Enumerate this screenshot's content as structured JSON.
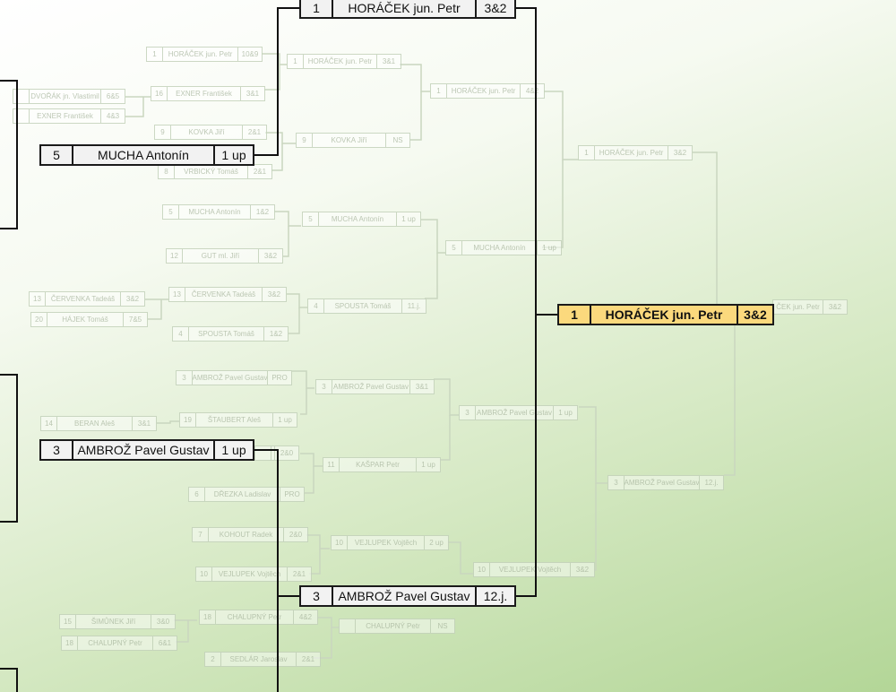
{
  "colors": {
    "line": "#111111",
    "ghost_line": "#c4d2bb",
    "box_bg": "#f2f2f2",
    "winner_bg": "#fbd97d"
  },
  "ghost_matches": [
    {
      "seed": "1",
      "name": "HORÁČEK jun. Petr",
      "result": "10&9"
    },
    {
      "seed": "1",
      "name": "HORÁČEK jun. Petr",
      "result": "3&1"
    },
    {
      "seed": "1",
      "name": "HORÁČEK jun. Petr",
      "result": "4&2"
    },
    {
      "seed": "1",
      "name": "HORÁČEK jun. Petr",
      "result": "3&2"
    },
    {
      "seed": "",
      "name": "DVOŘÁK jn. Vlastimil",
      "result": "6&5"
    },
    {
      "seed": "",
      "name": "EXNER František",
      "result": "4&3"
    },
    {
      "seed": "16",
      "name": "EXNER František",
      "result": "3&1"
    },
    {
      "seed": "9",
      "name": "KOVKA Jiří",
      "result": "2&1"
    },
    {
      "seed": "9",
      "name": "KOVKA Jiří",
      "result": "NS"
    },
    {
      "seed": "8",
      "name": "VRBICKÝ Tomáš",
      "result": "2&1"
    },
    {
      "seed": "5",
      "name": "MUCHA Antonín",
      "result": "1&2"
    },
    {
      "seed": "5",
      "name": "MUCHA Antonín",
      "result": "1 up"
    },
    {
      "seed": "5",
      "name": "MUCHA Antonín",
      "result": "1 up"
    },
    {
      "seed": "12",
      "name": "GUT ml. Jiří",
      "result": "3&2"
    },
    {
      "seed": "13",
      "name": "ČERVENKA Tadeáš",
      "result": "3&2"
    },
    {
      "seed": "13",
      "name": "ČERVENKA Tadeáš",
      "result": "3&2"
    },
    {
      "seed": "20",
      "name": "HÁJEK Tomáš",
      "result": "7&5"
    },
    {
      "seed": "4",
      "name": "SPOUSTA Tomáš",
      "result": "1&2"
    },
    {
      "seed": "4",
      "name": "SPOUSTA Tomáš",
      "result": "11.j."
    },
    {
      "seed": "3",
      "name": "AMBROŽ Pavel Gustav",
      "result": "PRO"
    },
    {
      "seed": "3",
      "name": "AMBROŽ Pavel Gustav",
      "result": "3&1"
    },
    {
      "seed": "3",
      "name": "AMBROŽ Pavel Gustav",
      "result": "1 up"
    },
    {
      "seed": "3",
      "name": "AMBROŽ Pavel Gustav",
      "result": "12.j."
    },
    {
      "seed": "14",
      "name": "BERAN Aleš",
      "result": "3&1"
    },
    {
      "seed": "19",
      "name": "ŠTAUBERT Aleš",
      "result": "1 up"
    },
    {
      "seed": "",
      "name": "",
      "result": "2&0"
    },
    {
      "seed": "11",
      "name": "KAŠPAR Petr",
      "result": "1 up"
    },
    {
      "seed": "6",
      "name": "DŘEZKA Ladislav",
      "result": "PRO"
    },
    {
      "seed": "7",
      "name": "KOHOUT Radek",
      "result": "2&0"
    },
    {
      "seed": "10",
      "name": "VEJLUPEK Vojtěch",
      "result": "2 up"
    },
    {
      "seed": "10",
      "name": "VEJLUPEK Vojtěch",
      "result": "3&2"
    },
    {
      "seed": "10",
      "name": "VEJLUPEK Vojtěch",
      "result": "2&1"
    },
    {
      "seed": "15",
      "name": "ŠIMŮNEK Jiří",
      "result": "3&0"
    },
    {
      "seed": "18",
      "name": "CHALUPNÝ Petr",
      "result": "4&2"
    },
    {
      "seed": "18",
      "name": "CHALUPNÝ Petr",
      "result": "6&1"
    },
    {
      "seed": "",
      "name": "CHALUPNÝ Petr",
      "result": "NS"
    },
    {
      "seed": "2",
      "name": "SEDLÁR Jaroslav",
      "result": "2&1"
    },
    {
      "seed": "",
      "name": "ČEK jun. Petr",
      "result": "3&2"
    }
  ],
  "main_matches": [
    {
      "seed": "1",
      "name": "HORÁČEK jun. Petr",
      "result": "3&2"
    },
    {
      "seed": "5",
      "name": "MUCHA Antonín",
      "result": "1 up"
    },
    {
      "seed": "3",
      "name": "AMBROŽ Pavel Gustav",
      "result": "1 up"
    },
    {
      "seed": "3",
      "name": "AMBROŽ Pavel Gustav",
      "result": "12.j."
    }
  ],
  "winner": {
    "seed": "1",
    "name": "HORÁČEK jun. Petr",
    "result": "3&2"
  }
}
